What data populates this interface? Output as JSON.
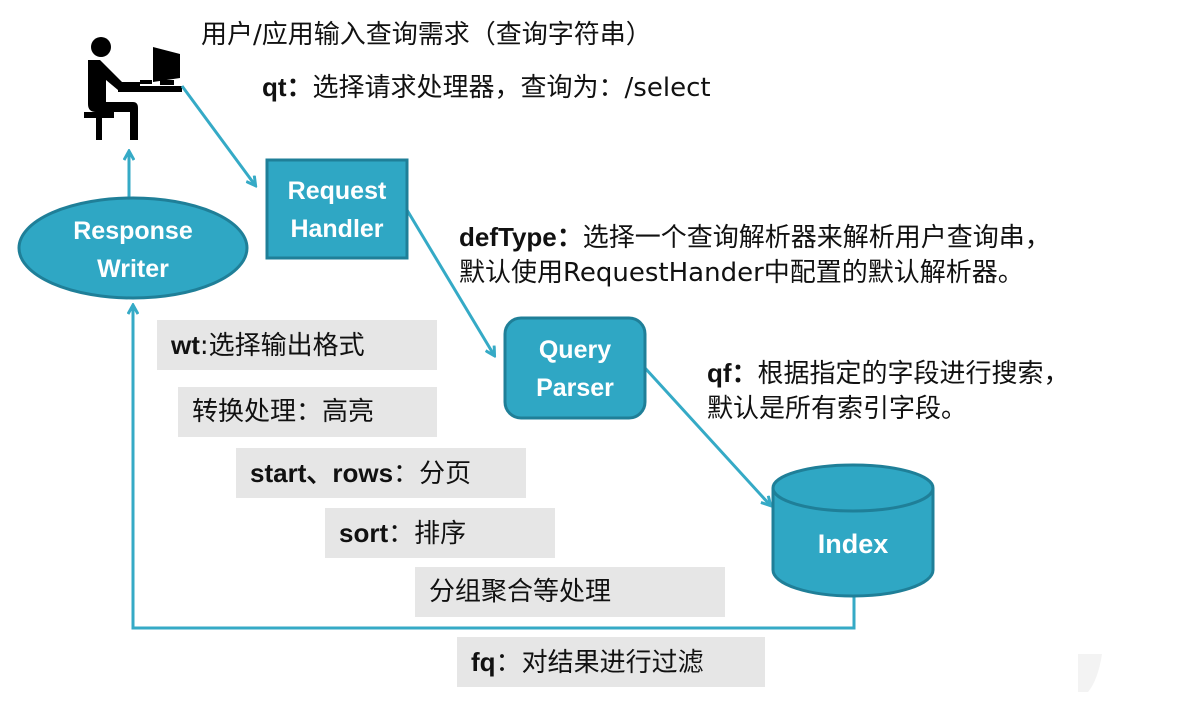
{
  "colors": {
    "node_fill": "#2fa7c4",
    "node_stroke": "#1f7f98",
    "arrow": "#35aac6",
    "label_box": "#e6e6e6",
    "text": "#111111"
  },
  "header": {
    "title": "用户/应用输入查询需求（查询字符串）",
    "qt_key": "qt：",
    "qt_desc": "选择请求处理器，查询为：/select"
  },
  "nodes": {
    "user": {
      "icon": "user-at-computer-icon"
    },
    "request_handler": {
      "line1": "Request",
      "line2": "Handler"
    },
    "query_parser": {
      "line1": "Query",
      "line2": "Parser"
    },
    "index": {
      "label": "Index"
    },
    "response_writer": {
      "line1": "Response",
      "line2": "Writer"
    }
  },
  "annotations": {
    "deftype_key": "defType：",
    "deftype_line1": "选择一个查询解析器来解析用户查询串，",
    "deftype_line2": "默认使用RequestHander中配置的默认解析器。",
    "qf_key": "qf：",
    "qf_line1": "根据指定的字段进行搜索，",
    "qf_line2": "默认是所有索引字段。"
  },
  "response_steps": [
    {
      "key": "wt",
      "sep": ":",
      "desc": "选择输出格式"
    },
    {
      "key": "",
      "sep": "",
      "desc": "转换处理：高亮"
    },
    {
      "key": "start、rows",
      "sep": "：",
      "desc": "分页"
    },
    {
      "key": "sort",
      "sep": "：",
      "desc": "排序"
    },
    {
      "key": "",
      "sep": "",
      "desc": "分组聚合等处理"
    }
  ],
  "filter": {
    "key": "fq",
    "sep": "：",
    "desc": "对结果进行过滤"
  }
}
